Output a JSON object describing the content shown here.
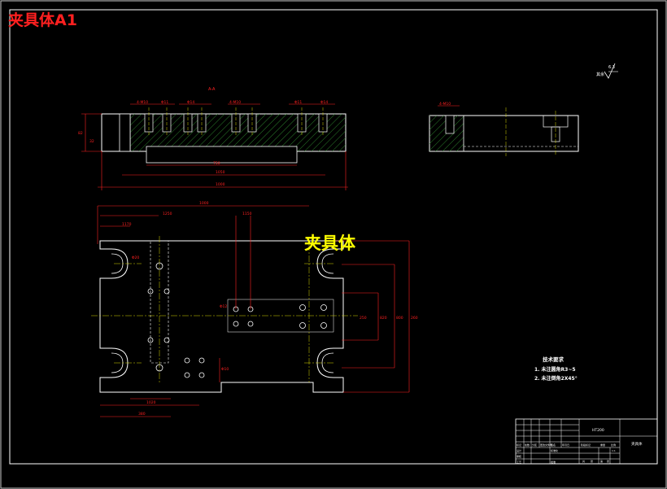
{
  "sheet": {
    "corner_title": "夹具体A1",
    "center_title": "夹具体",
    "top_label": "A-A",
    "roughness": {
      "symbol_text": "其余",
      "value": "6.3"
    }
  },
  "technical_requirements": {
    "heading": "技术要求",
    "items": [
      "1. 未注圆角R3~5",
      "2. 未注倒角2X45°"
    ]
  },
  "title_block": {
    "material": "HT200",
    "part_name": "夹具体",
    "cells": [
      "标记",
      "处数",
      "分区",
      "更改文件号",
      "签名",
      "年月日",
      "设计",
      "标准化",
      "审核",
      "工艺",
      "批准",
      "阶段标记",
      "重量",
      "比例",
      "共",
      "张",
      "第",
      "张",
      "1:1"
    ]
  },
  "dimensions": {
    "front_view": [
      "4-M10",
      "Φ11",
      "Φ14",
      "4-M10",
      "Φ11",
      "Φ14",
      "750",
      "1050",
      "1000",
      "82",
      "32"
    ],
    "plan_view": [
      "1000",
      "1250",
      "1170",
      "1150",
      "1020",
      "380",
      "820",
      "800",
      "260",
      "250",
      "Φ20",
      "Φ12",
      "Φ10"
    ],
    "side_view": [
      "4-M10"
    ]
  },
  "colors": {
    "background": "#000000",
    "outline": "#ffffff",
    "dimension": "#ff2020",
    "hatch": "#2e8b2e",
    "centerline": "#d8d800",
    "title": "#ffff00"
  }
}
